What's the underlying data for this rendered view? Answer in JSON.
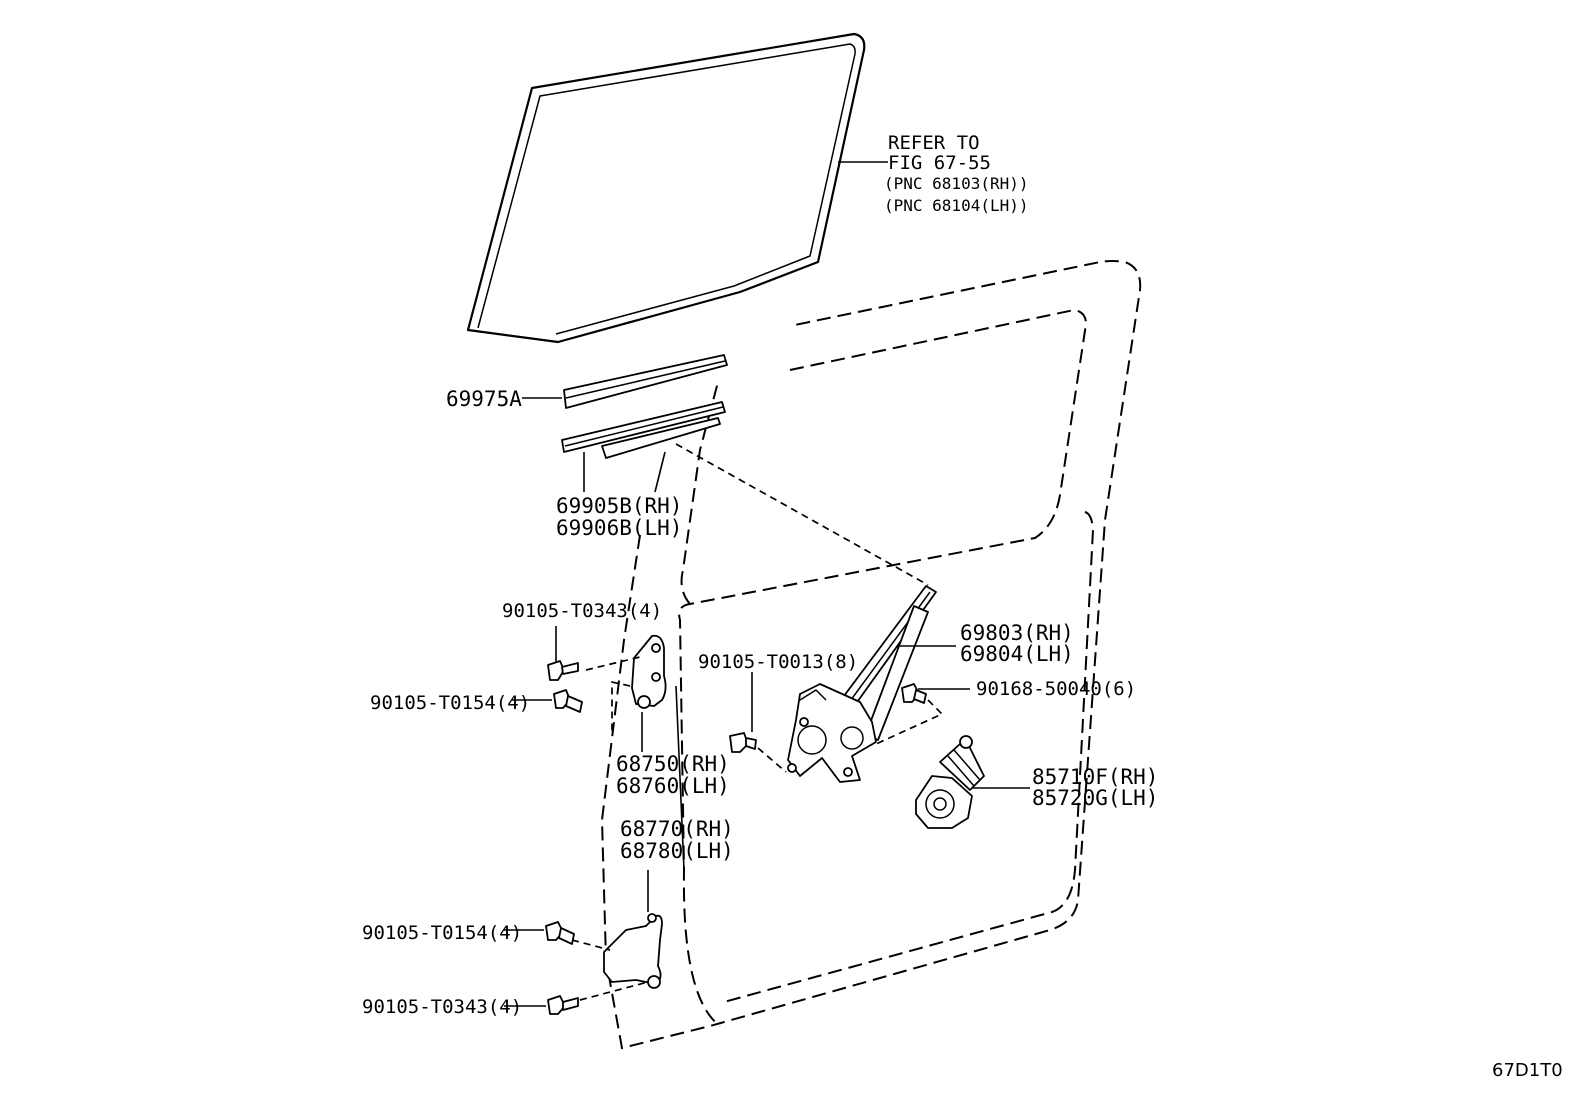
{
  "refer": {
    "line1": "REFER TO",
    "line2": "FIG 67-55",
    "line3": "(PNC 68103(RH))",
    "line4": "(PNC 68104(LH))"
  },
  "labels": {
    "p69975a": "69975A",
    "p69905b": "69905B(RH)",
    "p69906b": "69906B(LH)",
    "b_t0343_top": "90105-T0343(4)",
    "b_t0154_top": "90105-T0154(4)",
    "p68750": "68750(RH)",
    "p68760": "68760(LH)",
    "p68770": "68770(RH)",
    "p68780": "68780(LH)",
    "b_t0154_bot": "90105-T0154(4)",
    "b_t0343_bot": "90105-T0343(4)",
    "b_t0013": "90105-T0013(8)",
    "p69803": "69803(RH)",
    "p69804": "69804(LH)",
    "b_50040": "90168-50040(6)",
    "p85710f": "85710F(RH)",
    "p85720g": "85720G(LH)"
  },
  "figure_code": "67D1T0"
}
